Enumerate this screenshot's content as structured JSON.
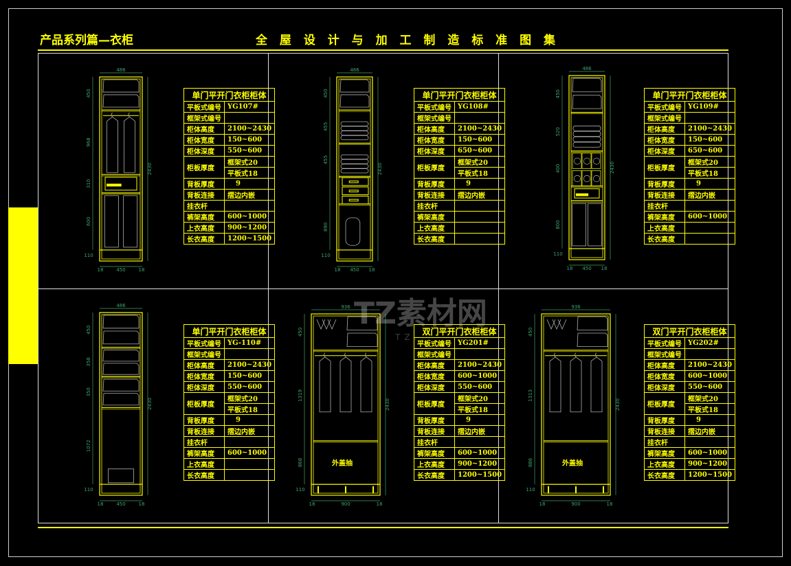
{
  "header": {
    "left_title": "产品系列篇—衣柜",
    "center_title": "全 屋 设 计 与 加 工 制 造 标 准 图 集"
  },
  "watermark": {
    "text": "TZ素材网",
    "sub": "TZ..."
  },
  "colors": {
    "accent": "#ffff00",
    "dimension": "#3fa36b",
    "sketch": "#b0b0b0",
    "border": "#e0e0e0"
  },
  "row_labels": [
    "平板式编号",
    "框架式编号",
    "柜体高度",
    "柜体宽度",
    "柜体深度",
    "柜板厚度",
    "背板厚度",
    "背板连接",
    "挂衣杆",
    "裤架高度",
    "上衣高度",
    "长衣高度"
  ],
  "cabinets": [
    {
      "title": "单门平开门衣柜柜体",
      "code": "YG107#",
      "frame_code": "",
      "height": "2100~2430",
      "width": "150~600",
      "depth": "550~600",
      "board_1": "框架式20",
      "board_2": "平板式18",
      "back_thickness": "9",
      "back_joint": "摺边内嵌",
      "rod": "",
      "pants_height": "600~1000",
      "top_height": "900~1200",
      "long_height": "1200~1500",
      "dims": {
        "top": "486",
        "total": "2430",
        "base": "110",
        "sections": [
          "450",
          "968",
          "310",
          "600"
        ],
        "bottom": [
          "18",
          "450",
          "18"
        ]
      }
    },
    {
      "title": "单门平开门衣柜柜体",
      "code": "YG108#",
      "frame_code": "",
      "height": "2100~2430",
      "width": "150~600",
      "depth": "650~600",
      "board_1": "框架式20",
      "board_2": "平板式18",
      "back_thickness": "9",
      "back_joint": "摺边内嵌",
      "rod": "",
      "pants_height": "",
      "top_height": "",
      "long_height": "",
      "dims": {
        "top": "486",
        "total": "2430",
        "base": "110",
        "sections": [
          "450",
          "455",
          "455",
          "",
          "890"
        ],
        "bottom": [
          "18",
          "450",
          "18"
        ]
      }
    },
    {
      "title": "单门平开门衣柜柜体",
      "code": "YG109#",
      "frame_code": "",
      "height": "2100~2430",
      "width": "150~600",
      "depth": "650~600",
      "board_1": "框架式20",
      "board_2": "平板式18",
      "back_thickness": "9",
      "back_joint": "摺边内嵌",
      "rod": "",
      "pants_height": "600~1000",
      "top_height": "",
      "long_height": "",
      "dims": {
        "top": "486",
        "total": "2430",
        "base": "110",
        "sections": [
          "450",
          "520",
          "400",
          "",
          "800"
        ],
        "bottom": [
          "18",
          "450",
          "18"
        ]
      }
    },
    {
      "title": "单门平开门衣柜柜体",
      "code": "YG-110#",
      "frame_code": "",
      "height": "2100~2430",
      "width": "150~600",
      "depth": "550~600",
      "board_1": "框架式20",
      "board_2": "平板式18",
      "back_thickness": "9",
      "back_joint": "摺边内嵌",
      "rod": "",
      "pants_height": "600~1000",
      "top_height": "",
      "long_height": "",
      "dims": {
        "top": "486",
        "total": "2430",
        "base": "110",
        "sections": [
          "450",
          "358",
          "350",
          "1072"
        ],
        "bottom": [
          "18",
          "450",
          "18"
        ]
      }
    },
    {
      "title": "双门平开门衣柜柜体",
      "code": "YG201#",
      "frame_code": "",
      "height": "2100~2430",
      "width": "600~1000",
      "depth": "550~600",
      "board_1": "框架式20",
      "board_2": "平板式18",
      "back_thickness": "9",
      "back_joint": "摺边内嵌",
      "rod": "",
      "pants_height": "600~1000",
      "top_height": "900~1200",
      "long_height": "1200~1500",
      "dims": {
        "top": "936",
        "total": "2430",
        "base": "110",
        "sections": [
          "450",
          "1319",
          "868"
        ],
        "bottom": [
          "18",
          "900",
          "18"
        ],
        "drawer_label": "外盖抽"
      }
    },
    {
      "title": "双门平开门衣柜柜体",
      "code": "YG202#",
      "frame_code": "",
      "height": "2100~2430",
      "width": "600~1000",
      "depth": "550~600",
      "board_1": "框架式20",
      "board_2": "平板式18",
      "back_thickness": "9",
      "back_joint": "摺边内嵌",
      "rod": "",
      "pants_height": "600~1000",
      "top_height": "900~1200",
      "long_height": "1200~1500",
      "dims": {
        "top": "936",
        "total": "2430",
        "base": "110",
        "sections": [
          "450",
          "1313",
          "886"
        ],
        "bottom": [
          "18",
          "900",
          "18"
        ],
        "drawer_label": "外盖抽"
      }
    }
  ]
}
